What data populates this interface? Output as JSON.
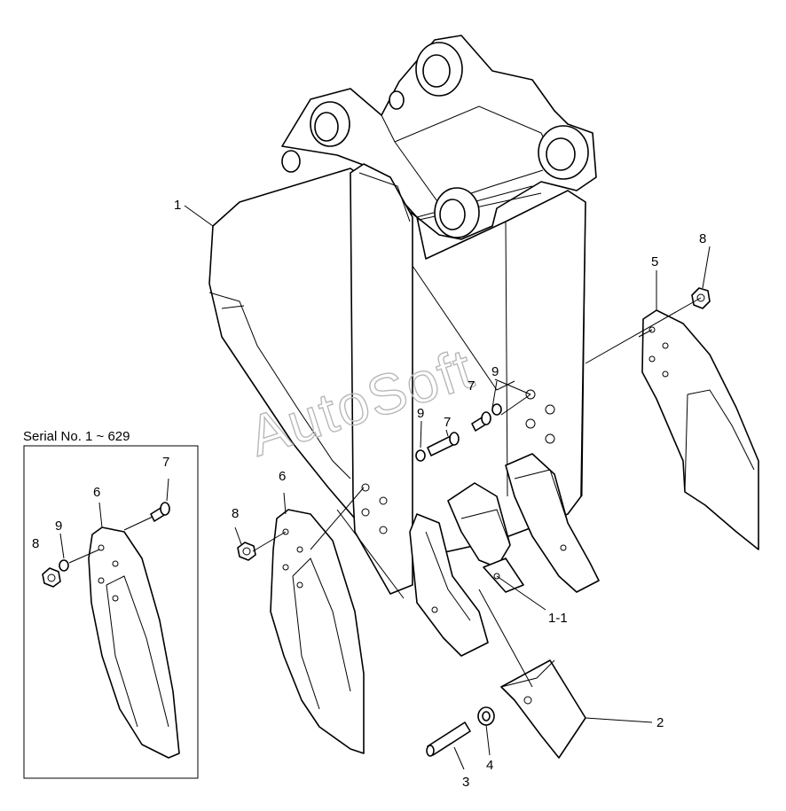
{
  "watermark": "AutoSoft",
  "inset": {
    "title": "Serial No. 1 ~ 629"
  },
  "callouts": {
    "bucket": "1",
    "tooth_group": "1-1",
    "tooth": "2",
    "pin": "3",
    "washer": "4",
    "side_cutter_right": "5",
    "side_cutter_left": "6",
    "bolt_left": "7",
    "bolt_right": "7",
    "nut_left": "8",
    "nut_right": "8",
    "washer_left": "9",
    "washer_right": "9",
    "inset_side_cutter": "6",
    "inset_bolt": "7",
    "inset_nut": "8",
    "inset_washer": "9"
  }
}
